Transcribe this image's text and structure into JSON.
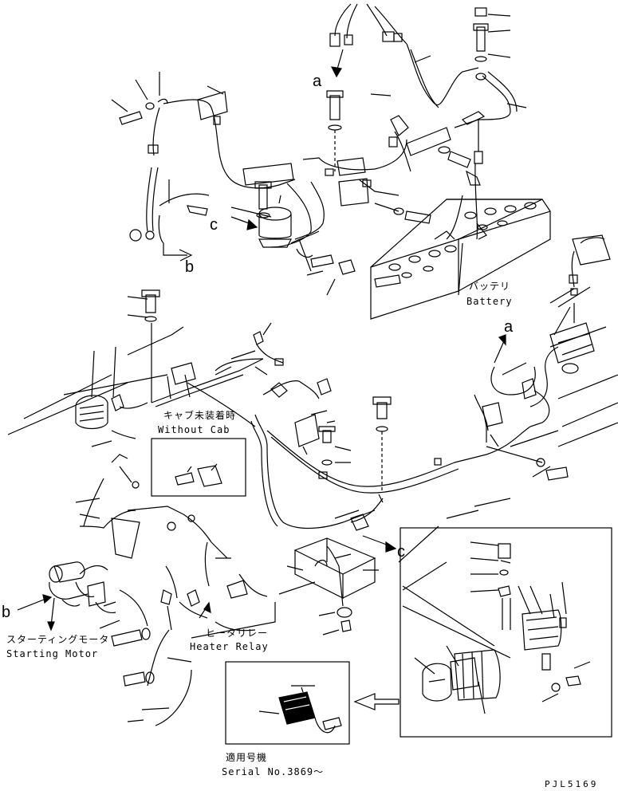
{
  "labels": {
    "callout_a_top": "a",
    "callout_c_top": "c",
    "callout_b_top": "b",
    "callout_a_mid": "a",
    "callout_c_mid": "c",
    "callout_b_bottom": "b",
    "battery_ja": "バッテリ",
    "battery_en": "Battery",
    "without_cab_ja": "キャブ未装着時",
    "without_cab_en": "Without Cab",
    "starting_motor_ja": "スターティングモータ",
    "starting_motor_en": "Starting Motor",
    "heater_relay_ja": "ヒータリレー",
    "heater_relay_en": "Heater Relay",
    "serial_ja": "適用号機",
    "serial_en": "Serial No.3869～",
    "drawing_code": "PJL5169"
  }
}
